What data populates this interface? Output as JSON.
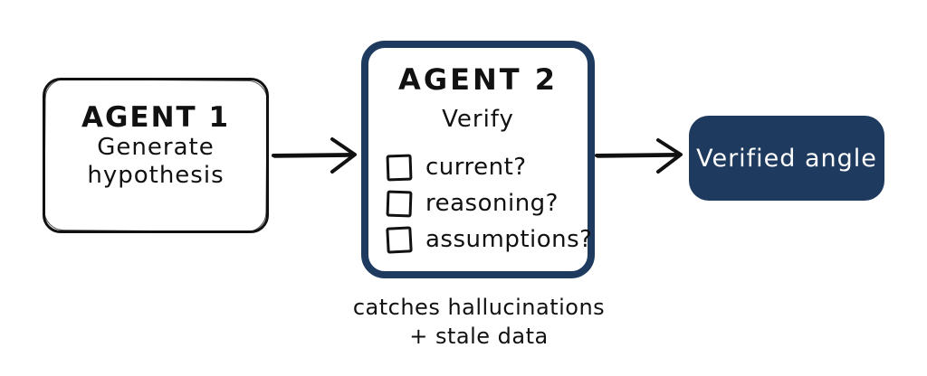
{
  "colors": {
    "ink": "#111111",
    "navy": "#1e3a5e",
    "background": "#ffffff"
  },
  "agent1": {
    "title": "AGENT 1",
    "lines": [
      "Generate",
      "hypothesis"
    ]
  },
  "agent2": {
    "title": "AGENT 2",
    "subtitle": "Verify",
    "checklist": [
      {
        "label": "current?",
        "checked": false
      },
      {
        "label": "reasoning?",
        "checked": false
      },
      {
        "label": "assumptions?",
        "checked": false
      }
    ],
    "caption": [
      "catches hallucinations",
      "+ stale data"
    ]
  },
  "result": {
    "label": "Verified angle"
  }
}
